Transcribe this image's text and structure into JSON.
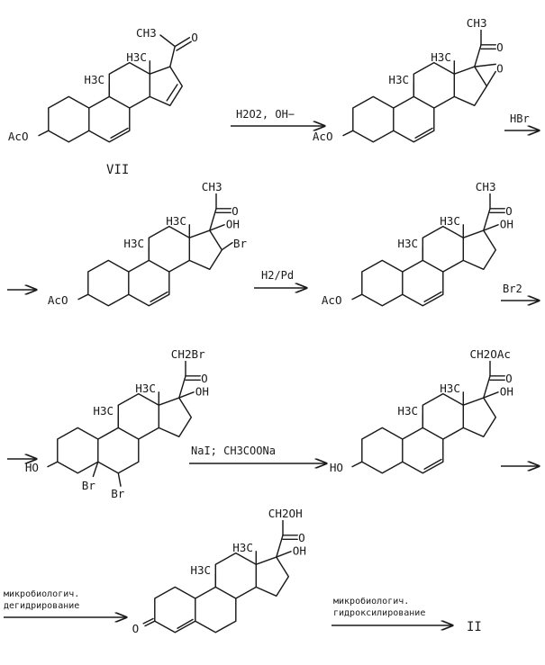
{
  "compound_label": "VII",
  "product_label": "II",
  "labels": {
    "ch3": "CH3",
    "h3c": "H3C",
    "o": "O",
    "oh": "OH",
    "aco": "AcO",
    "ho": "HO",
    "br": "Br",
    "ch2br": "CH2Br",
    "ch2oac": "CH2OAc",
    "ch2oh": "CH2OH"
  },
  "reagents": {
    "step1": "H2O2, OH−",
    "step2": "HBr",
    "step3": "H2/Pd",
    "step4": "Br2",
    "step5": "NaI; CH3COONa",
    "step7_line1": "микробиологич.",
    "step7_line2": "дегидрирование",
    "step8_line1": "микробиологич.",
    "step8_line2": "гидроксилирование"
  }
}
